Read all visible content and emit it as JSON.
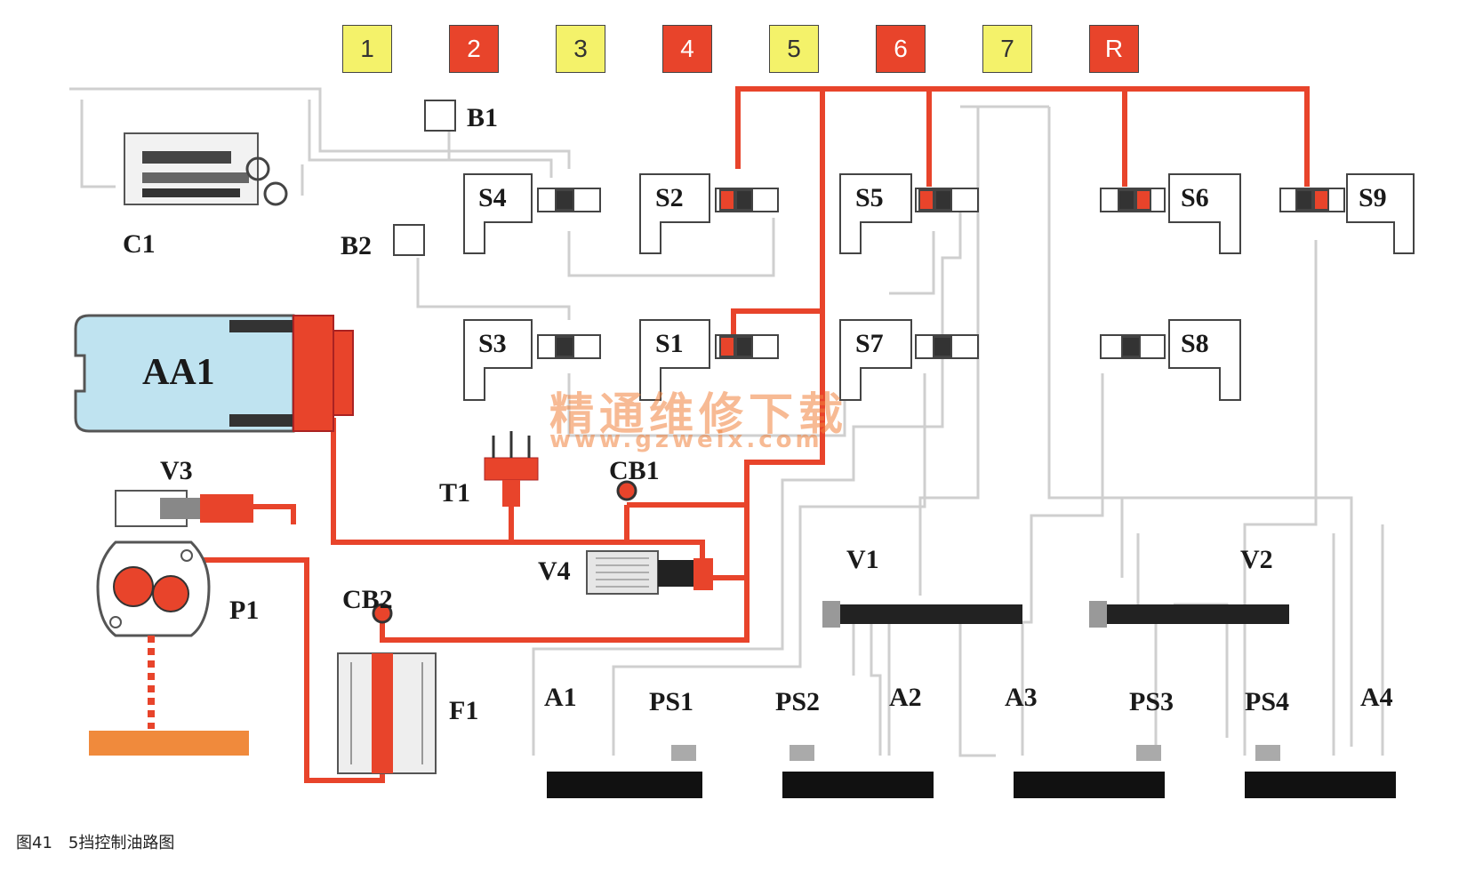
{
  "gears": [
    {
      "label": "1",
      "active": false
    },
    {
      "label": "2",
      "active": true
    },
    {
      "label": "3",
      "active": false
    },
    {
      "label": "4",
      "active": true
    },
    {
      "label": "5",
      "active": false
    },
    {
      "label": "6",
      "active": true
    },
    {
      "label": "7",
      "active": false
    },
    {
      "label": "R",
      "active": true
    }
  ],
  "components": {
    "c1": "C1",
    "b1": "B1",
    "b2": "B2",
    "s1": "S1",
    "s2": "S2",
    "s3": "S3",
    "s4": "S4",
    "s5": "S5",
    "s6": "S6",
    "s7": "S7",
    "s8": "S8",
    "s9": "S9",
    "aa1": "AA1",
    "v3": "V3",
    "t1": "T1",
    "cb1": "CB1",
    "v4": "V4",
    "p1": "P1",
    "cb2": "CB2",
    "f1": "F1",
    "v1": "V1",
    "v2": "V2",
    "a1": "A1",
    "a2": "A2",
    "a3": "A3",
    "a4": "A4",
    "ps1": "PS1",
    "ps2": "PS2",
    "ps3": "PS3",
    "ps4": "PS4"
  },
  "watermark": {
    "cn": "精通维修下载",
    "url": "www.gzweix.com"
  },
  "caption": "图41　5挡控制油路图",
  "colors": {
    "pressure": "#e8442b",
    "gear_even": "#e8442b",
    "gear_odd": "#f4f26a",
    "fluid": "#bfe3f0",
    "line_gray": "#c8c8c8"
  }
}
